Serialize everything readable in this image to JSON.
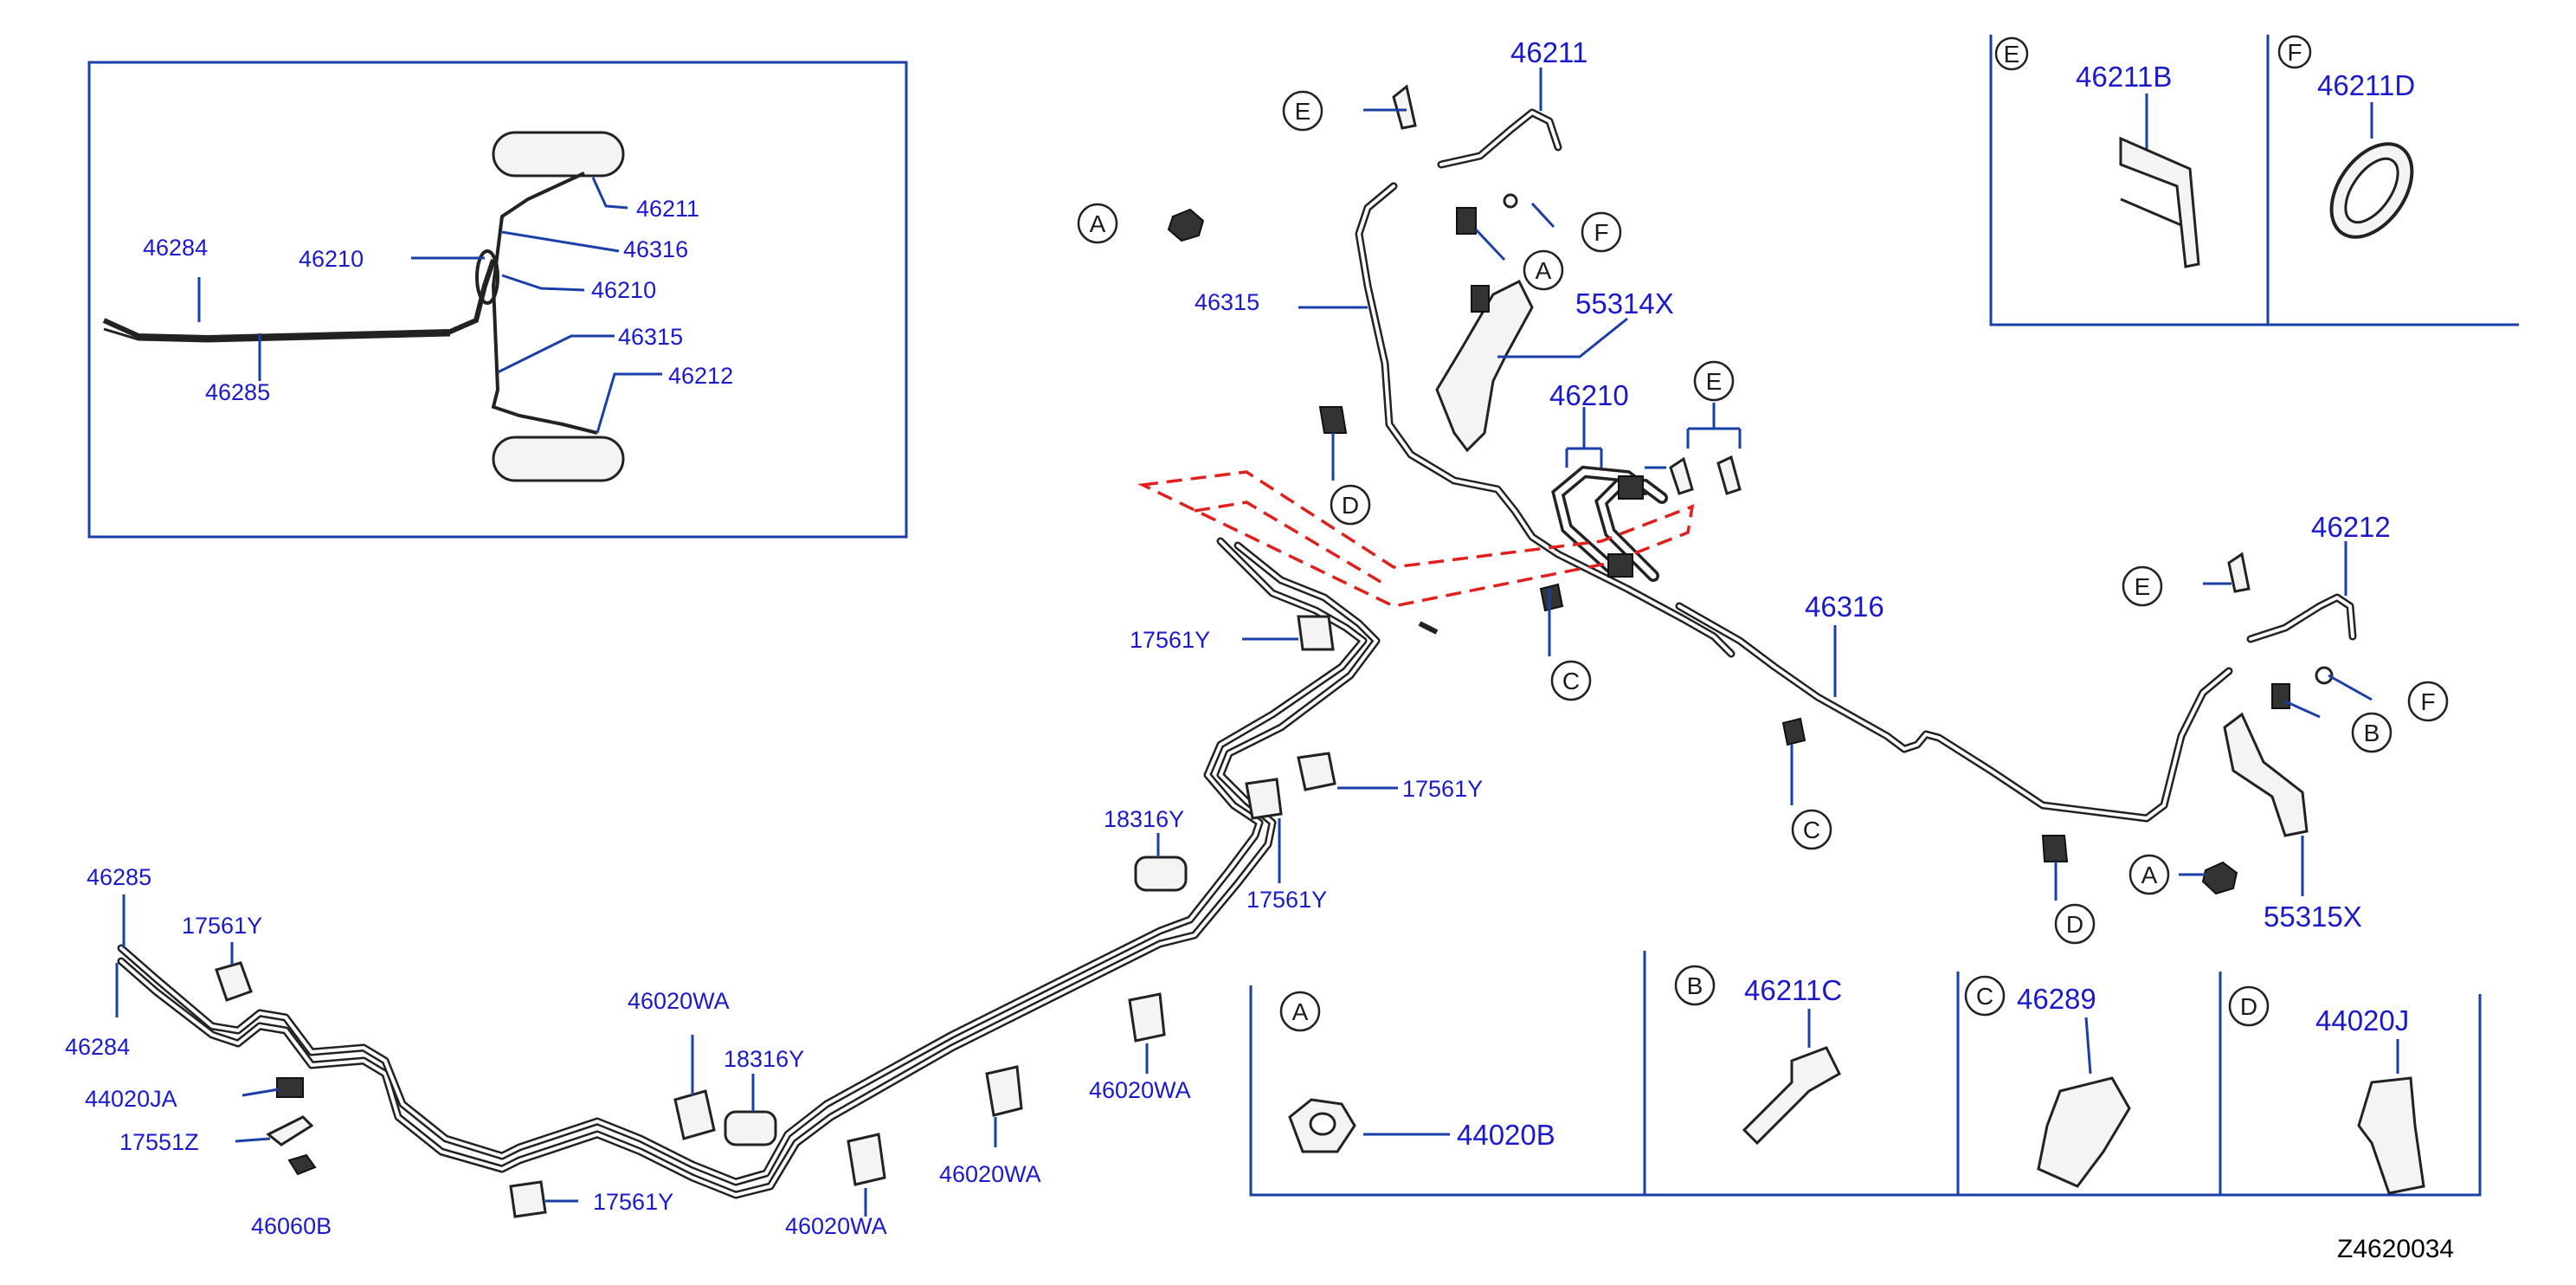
{
  "inset": {
    "labels": {
      "l46211": "46211",
      "l46316": "46316",
      "l46210a": "46210",
      "l46210b": "46210",
      "l46315": "46315",
      "l46212": "46212",
      "l46284": "46284",
      "l46285": "46285"
    }
  },
  "detail_e": {
    "letter": "E",
    "part": "46211B"
  },
  "detail_f": {
    "letter": "F",
    "part": "46211D"
  },
  "main": {
    "p46211": "46211",
    "p46315": "46315",
    "p55314x": "55314X",
    "p46210": "46210",
    "p46316": "46316",
    "p46212": "46212",
    "p55315x": "55315X",
    "p17561y_a": "17561Y",
    "p17561y_b": "17561Y",
    "p17561y_c": "17561Y",
    "p17561y_d": "17561Y",
    "p17561y_e": "17561Y",
    "p18316y_a": "18316Y",
    "p18316y_b": "18316Y",
    "p46285": "46285",
    "p46284": "46284",
    "p44020ja": "44020JA",
    "p17551z": "17551Z",
    "p46060b": "46060B",
    "p46020wa_a": "46020WA",
    "p46020wa_b": "46020WA",
    "p46020wa_c": "46020WA",
    "p46020wa_d": "46020WA"
  },
  "callouts": {
    "a": "A",
    "b": "B",
    "c": "C",
    "d": "D",
    "e": "E",
    "f": "F"
  },
  "legend": {
    "a": {
      "letter": "A",
      "part": "44020B"
    },
    "b": {
      "letter": "B",
      "part": "46211C"
    },
    "c": {
      "letter": "C",
      "part": "46289"
    },
    "d": {
      "letter": "D",
      "part": "44020J"
    }
  },
  "ref_code": "Z4620034"
}
